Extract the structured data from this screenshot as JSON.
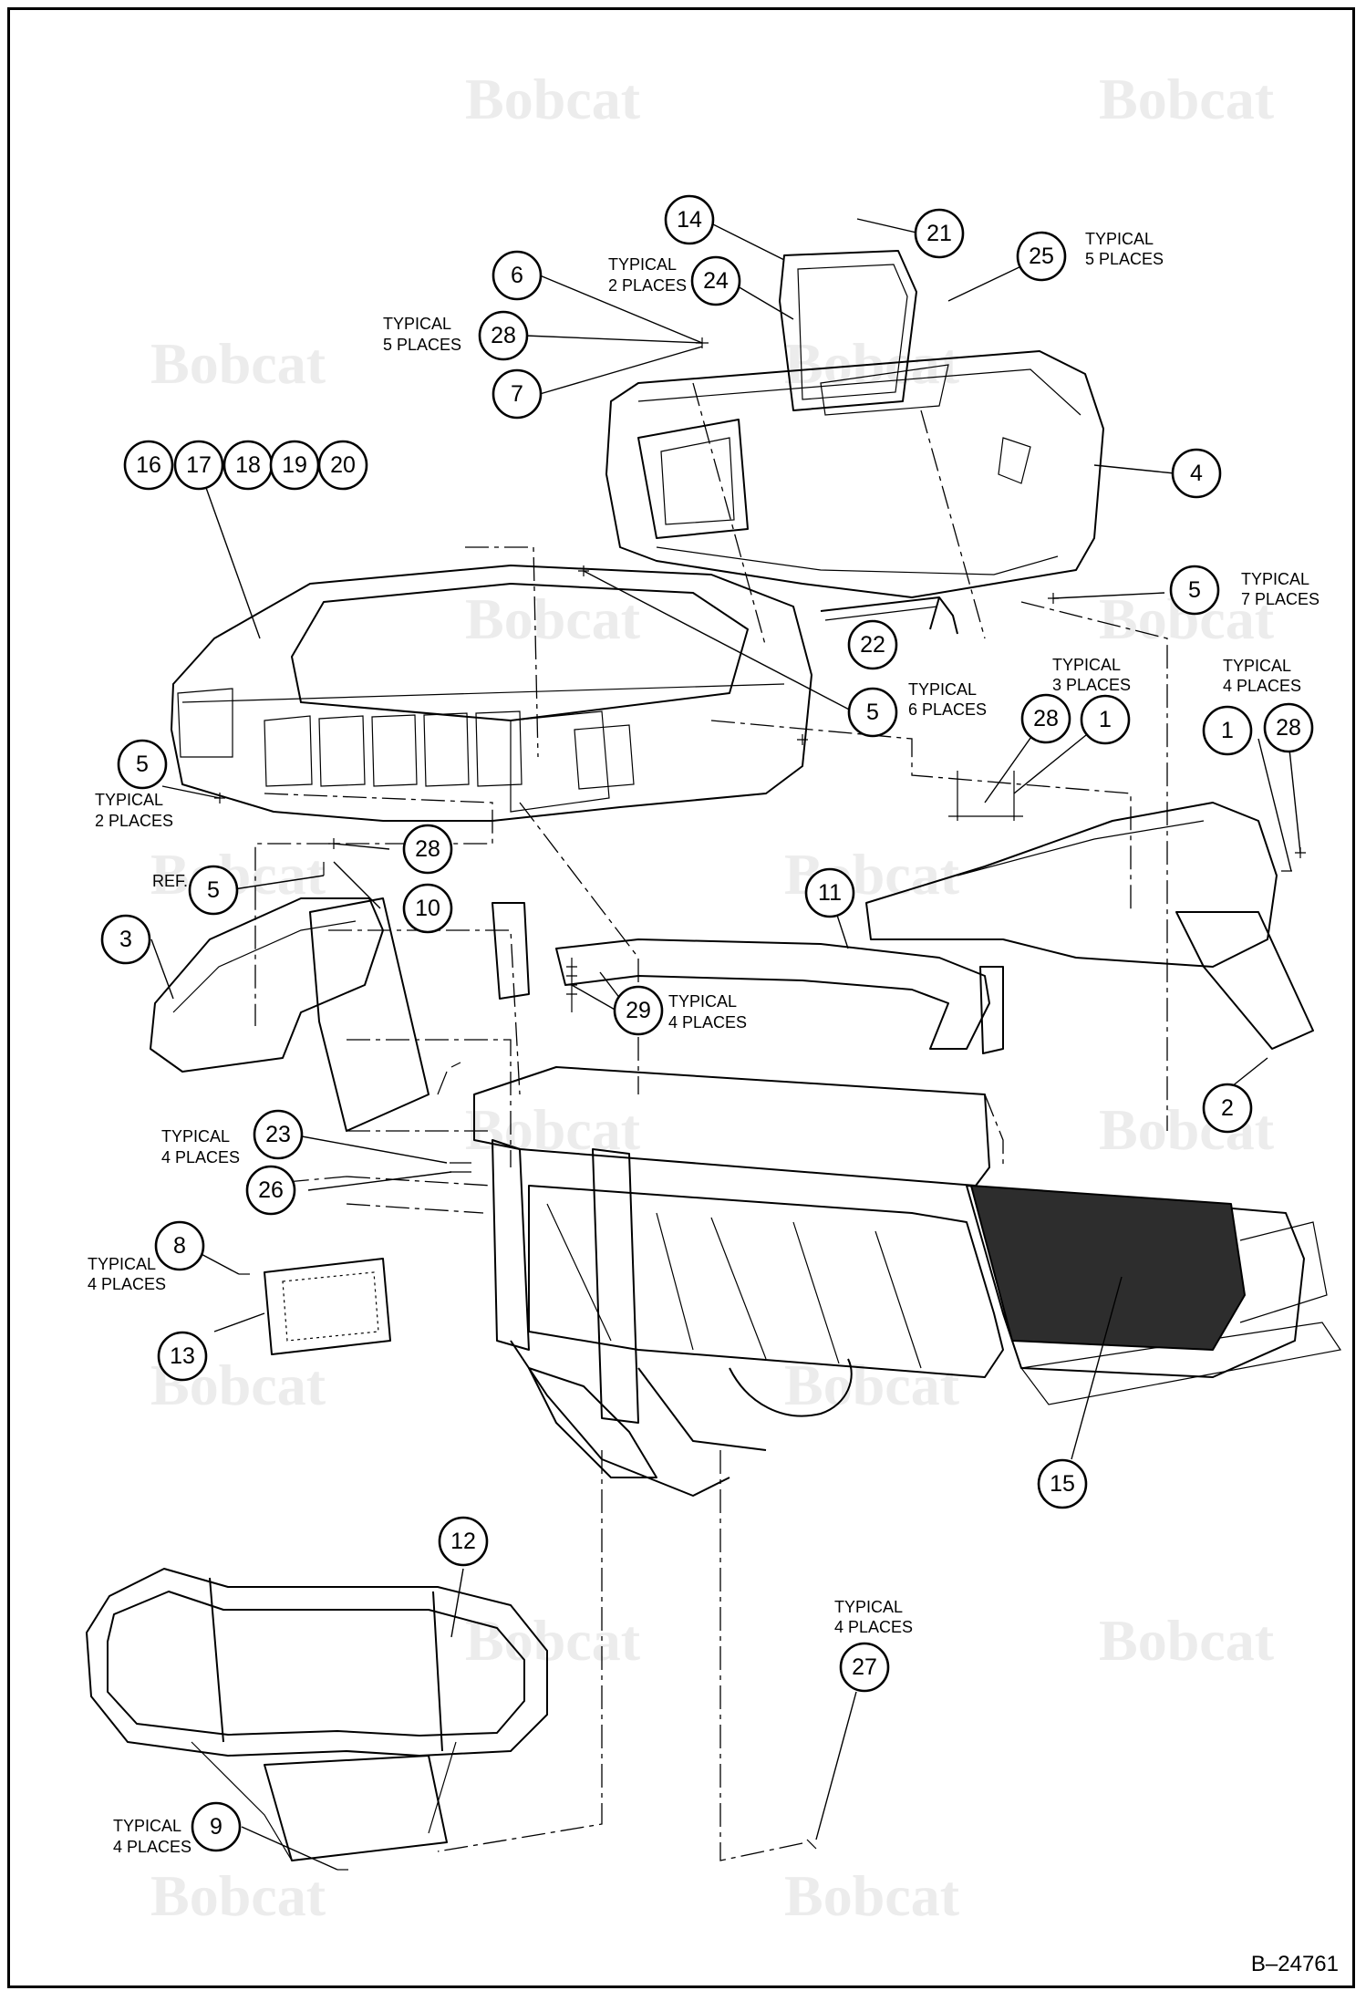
{
  "watermark_text": "Bobcat",
  "document_number": "B–24761",
  "callouts": [
    "1",
    "2",
    "3",
    "4",
    "5",
    "6",
    "7",
    "8",
    "9",
    "10",
    "11",
    "12",
    "13",
    "14",
    "15",
    "16",
    "17",
    "18",
    "19",
    "20",
    "21",
    "22",
    "23",
    "24",
    "25",
    "26",
    "27",
    "28",
    "29"
  ],
  "notes": {
    "typical": "TYPICAL",
    "two_places": "2 PLACES",
    "three_places": "3 PLACES",
    "four_places": "4 PLACES",
    "five_places": "5 PLACES",
    "six_places": "6 PLACES",
    "seven_places": "7 PLACES",
    "ref": "REF."
  },
  "colors": {
    "line": "#000000",
    "watermark": "#e6e6e6",
    "background": "#ffffff"
  }
}
